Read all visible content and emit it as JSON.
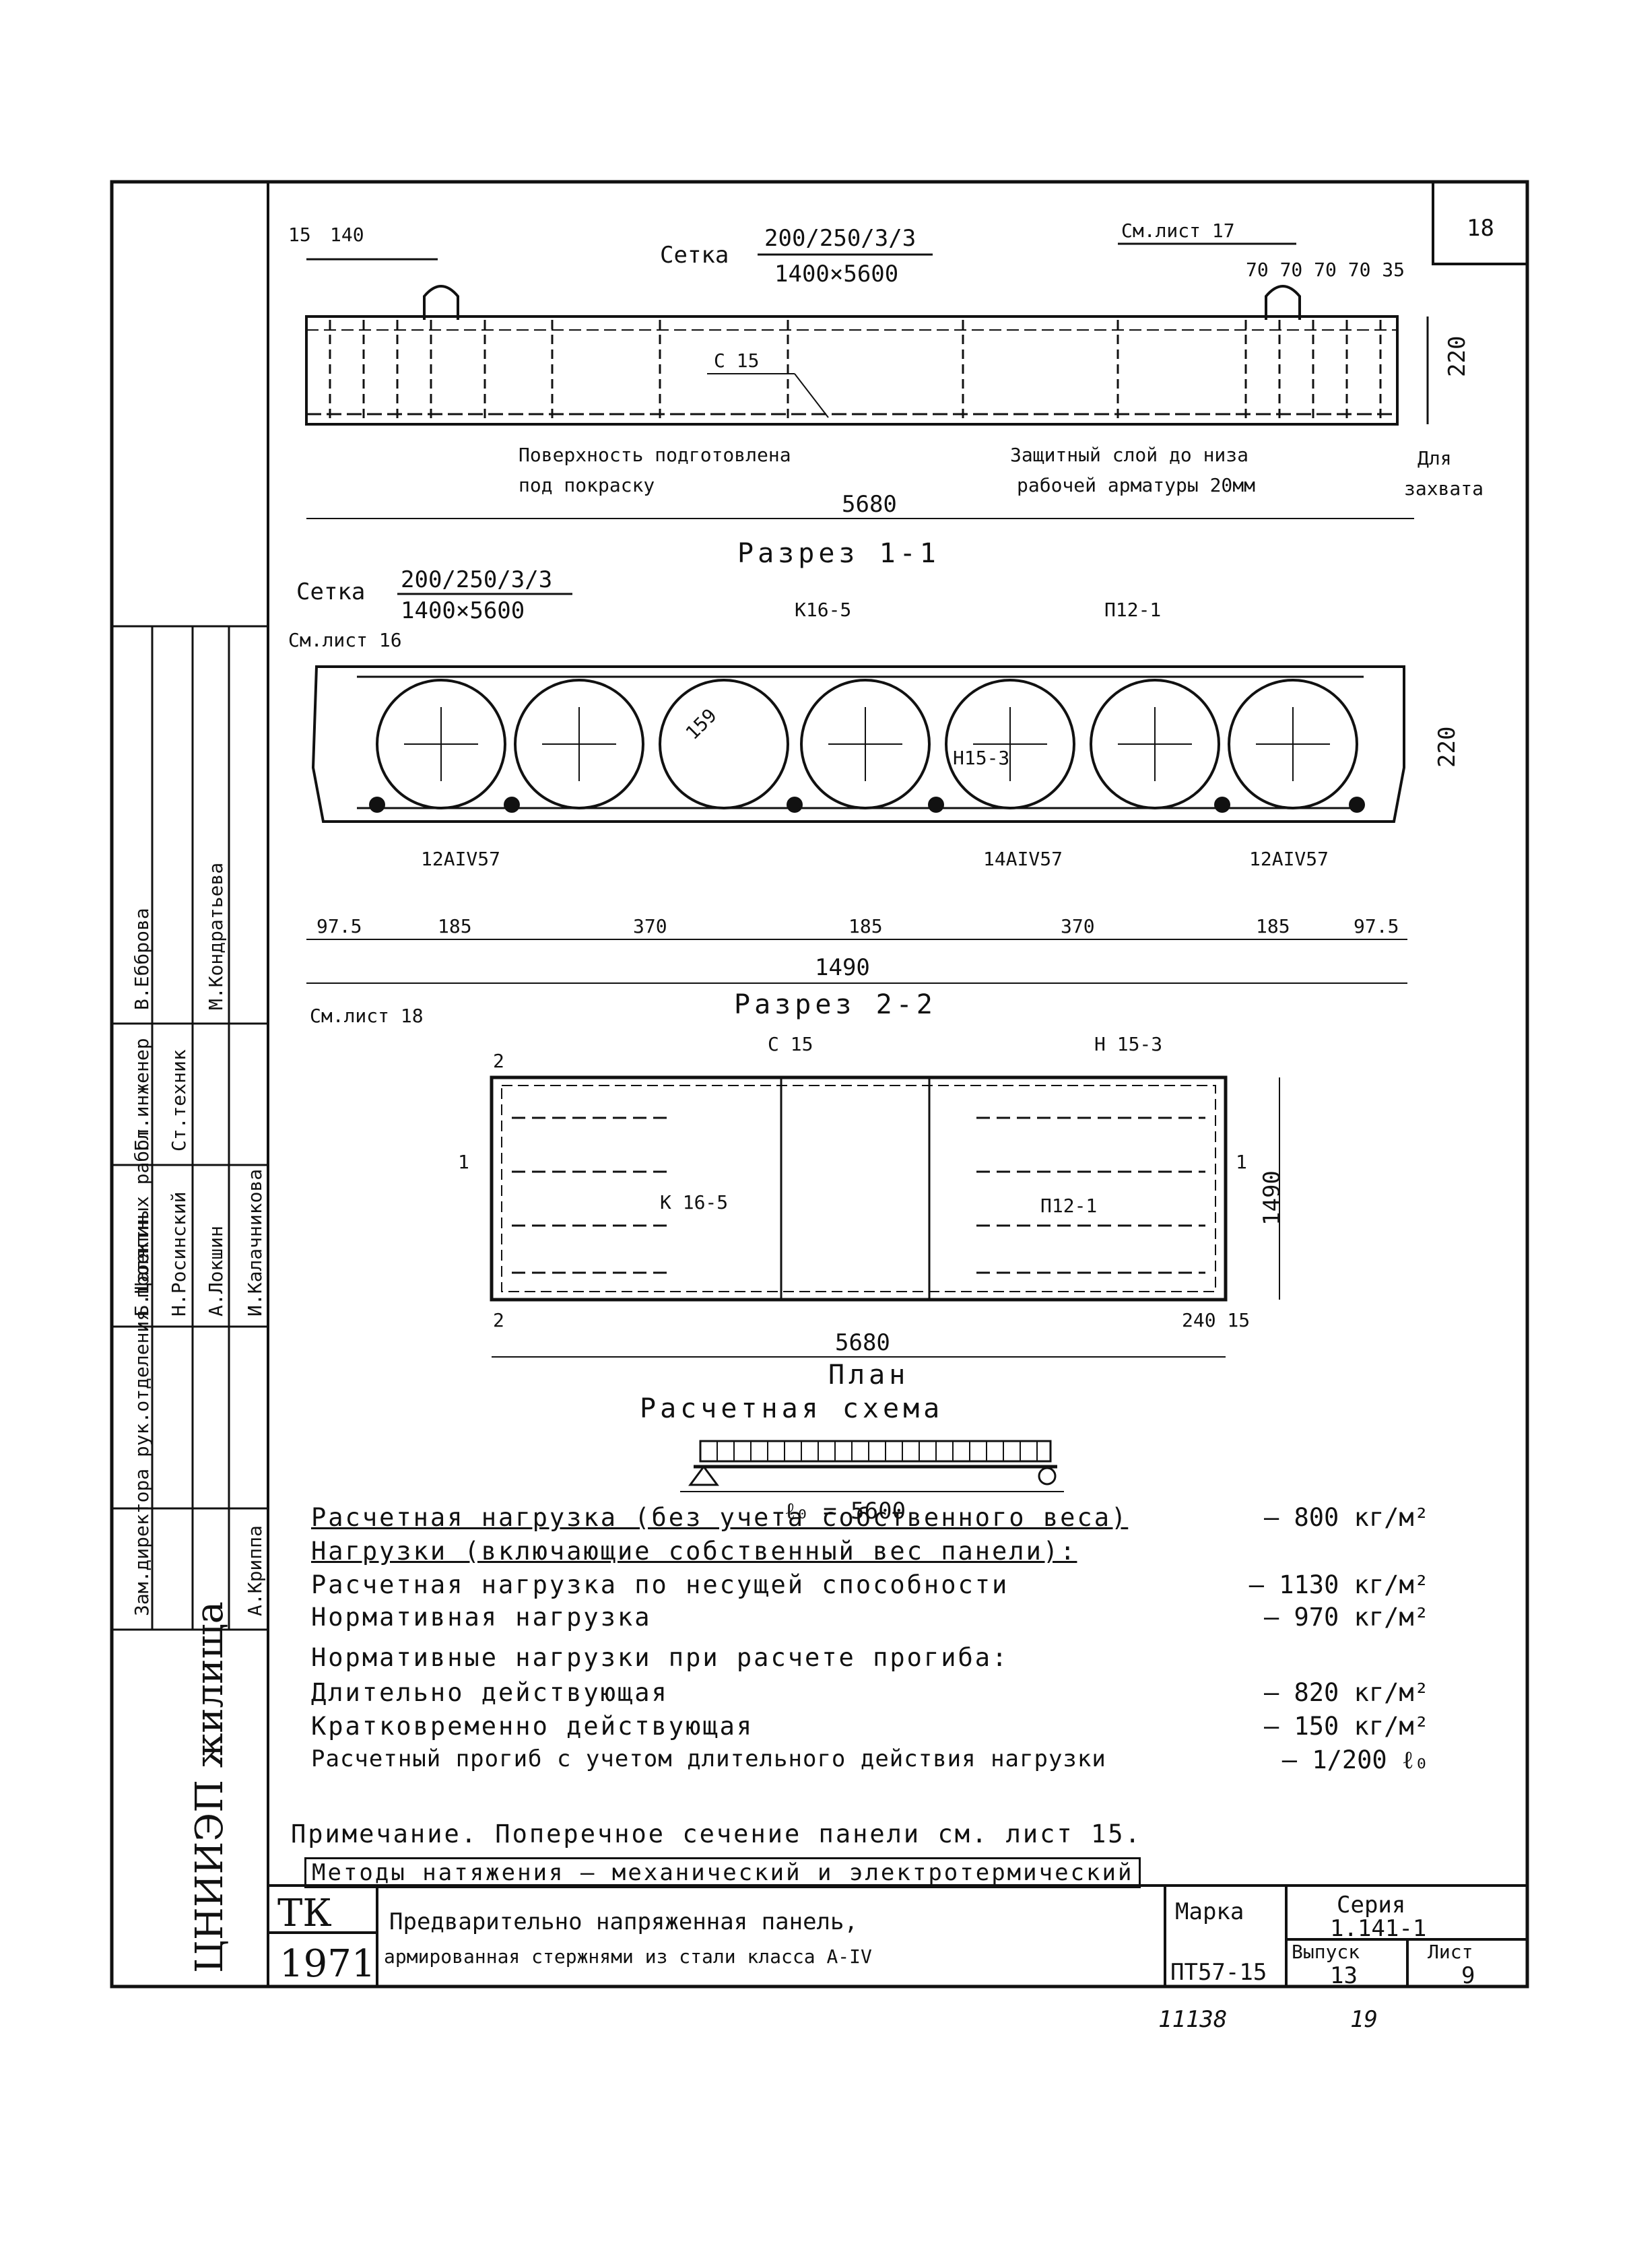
{
  "section_1_1": {
    "mesh_label": "Сетка",
    "mesh_top": "200/250/3/3",
    "mesh_bottom": "1400×5600",
    "ref_sheet17": "См.лист 17",
    "dim_top_left": "15",
    "dim_top_left2": "140",
    "dims_right": "70 70 70 70 35",
    "c15": "С 15",
    "height": "220",
    "surface_note_1": "Поверхность подготовлена",
    "surface_note_2": "под покраску",
    "protect_note_1": "Защитный слой до низа",
    "protect_note_2": "рабочей арматуры 20мм",
    "grip_1": "Для",
    "grip_2": "захвата",
    "length": "5680",
    "title": "Разрез 1-1"
  },
  "section_2_2": {
    "mesh_label": "Сетка",
    "mesh_top": "200/250/3/3",
    "mesh_bottom": "1400×5600",
    "ref_sheet16": "См.лист 16",
    "k16": "К16-5",
    "p12": "П12-1",
    "n15": "Н15-3",
    "void_d": "159",
    "height": "220",
    "bar_left": "12AIV57",
    "bar_mid": "14AIV57",
    "bar_right": "12AIV57",
    "dims": [
      "97.5",
      "185",
      "370",
      "185",
      "370",
      "185",
      "97.5"
    ],
    "total": "1490",
    "ref_sheet18": "См.лист 18",
    "title": "Разрез 2-2"
  },
  "plan": {
    "c15": "С 15",
    "n15": "Н 15-3",
    "k16": "К 16-5",
    "p12": "П12-1",
    "width": "1490",
    "length": "5680",
    "end_dims": "240 15",
    "cut1": "1",
    "cut2": "2",
    "title": "План"
  },
  "scheme": {
    "title": "Расчетная схема",
    "span": "ℓ₀ = 5600"
  },
  "notes": {
    "design_load": "Расчетная нагрузка (без учета собственного веса)",
    "design_load_val": "— 800 кг/м²",
    "loads_header": "Нагрузки (включающие собственный вес панели):",
    "bearing": "Расчетная нагрузка по несущей способности",
    "bearing_val": "— 1130 кг/м²",
    "normative": "Нормативная нагрузка",
    "normative_val": "— 970 кг/м²",
    "deflection_header": "Нормативные нагрузки при расчете прогиба:",
    "long_term": "Длительно действующая",
    "long_term_val": "— 820 кг/м²",
    "short_term": "Кратковременно действующая",
    "short_term_val": "— 150 кг/м²",
    "deflection": "Расчетный прогиб с учетом длительного действия нагрузки",
    "deflection_val": "— 1/200 ℓ₀",
    "remark": "Примечание. Поперечное сечение панели см. лист 15.",
    "methods": "Методы натяжения — механический и электротермический"
  },
  "title_block": {
    "tk": "ТК",
    "year": "1971",
    "name_1": "Предварительно напряженная панель,",
    "name_2": "армированная стержнями из стали класса А-IV",
    "mark_label": "Марка",
    "mark": "ПТ57-15",
    "series_label": "Серия",
    "series": "1.141-1",
    "issue_label": "Выпуск",
    "issue": "13",
    "sheet_label": "Лист",
    "sheet": "9"
  },
  "side_stamp": {
    "institute": "ЦНИИЭП жилища",
    "roles": [
      "Зам.директора рук.отделения проектных работ",
      "Гл.инженер",
      "Ст.техник"
    ],
    "names": [
      "Б.Шаляпин",
      "Н.Росинский",
      "А.Локшин",
      "И.Калачникова",
      "А.Криппа",
      "В.Ебброва",
      "М.Кондратьева"
    ]
  },
  "corner_sheet_no": "18",
  "footer": {
    "number": "11138",
    "page": "19"
  }
}
